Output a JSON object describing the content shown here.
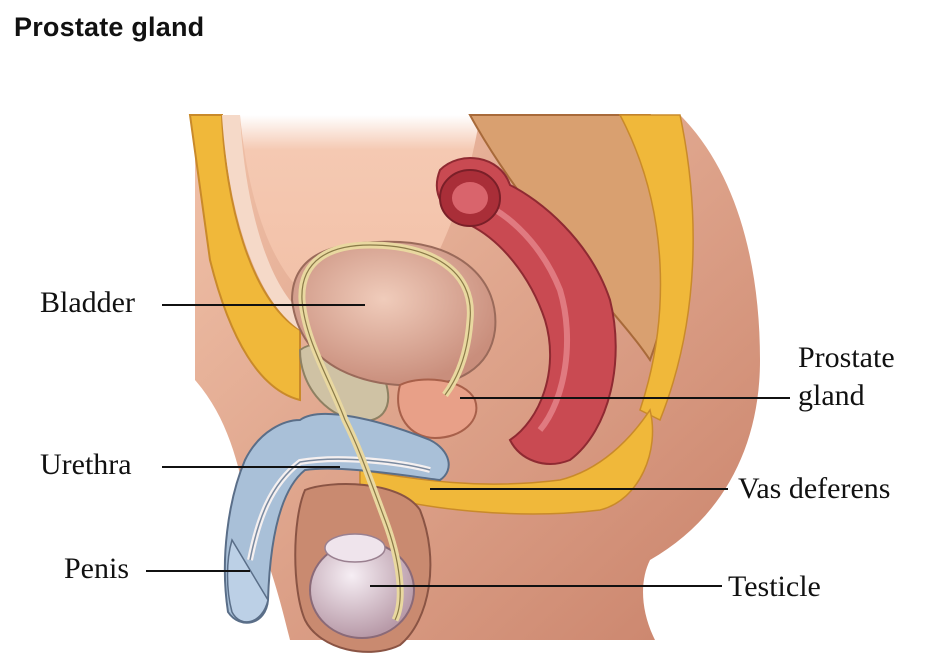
{
  "title": "Prostate gland",
  "labels": {
    "bladder": "Bladder",
    "urethra": "Urethra",
    "penis": "Penis",
    "prostate_line1": "Prostate",
    "prostate_line2": "gland",
    "vas_deferens": "Vas deferens",
    "testicle": "Testicle"
  },
  "colors": {
    "skin": "#e3a58a",
    "fat": "#f0b83a",
    "bladder": "#dcae9c",
    "rectum": "#c94a52",
    "spongy": "#a9c0d8",
    "vas": "#e9d8a0",
    "bone": "#d9a070"
  }
}
